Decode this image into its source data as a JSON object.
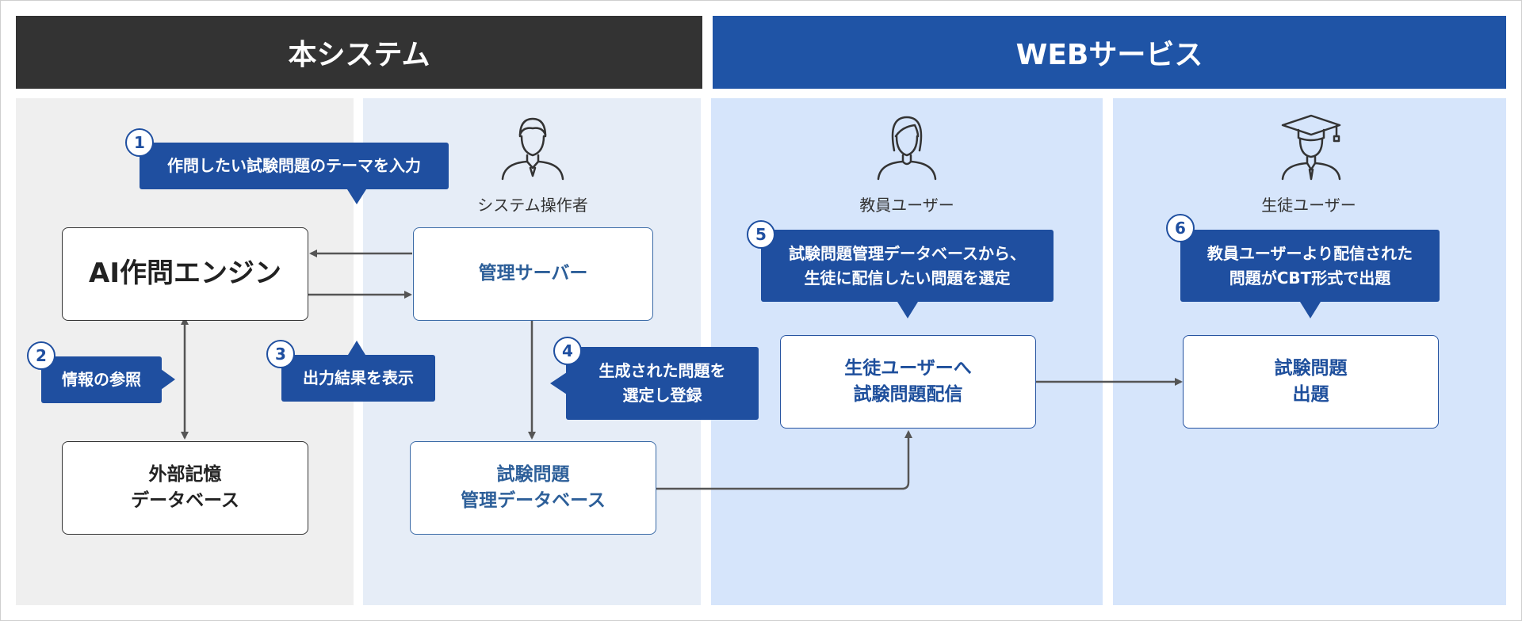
{
  "headers": {
    "system": "本システム",
    "web": "WEBサービス"
  },
  "roles": {
    "operator": "システム操作者",
    "teacher": "教員ユーザー",
    "student": "生徒ユーザー"
  },
  "boxes": {
    "ai_engine": "AI作問エンジン",
    "external_db": "外部記憶\nデータベース",
    "mgmt_server": "管理サーバー",
    "question_db": "試験問題\n管理データベース",
    "deliver": "生徒ユーザーへ\n試験問題配信",
    "exam": "試験問題\n出題"
  },
  "steps": [
    {
      "num": "1",
      "text": "作問したい試験問題のテーマを入力"
    },
    {
      "num": "2",
      "text": "情報の参照"
    },
    {
      "num": "3",
      "text": "出力結果を表示"
    },
    {
      "num": "4",
      "text": "生成された問題を\n選定し登録"
    },
    {
      "num": "5",
      "text": "試験問題管理データベースから、\n生徒に配信したい問題を選定"
    },
    {
      "num": "6",
      "text": "教員ユーザーより配信された\n問題がCBT形式で出題"
    }
  ],
  "colors": {
    "system_header": "#333333",
    "web_header": "#1f54a6",
    "system_col1": "#efefef",
    "system_col2": "#e6edf7",
    "web_cols": "#d6e5fb",
    "callout": "#1f4fa0",
    "arrow": "#555555"
  },
  "icons": [
    "person-icon",
    "woman-icon",
    "graduate-icon"
  ]
}
